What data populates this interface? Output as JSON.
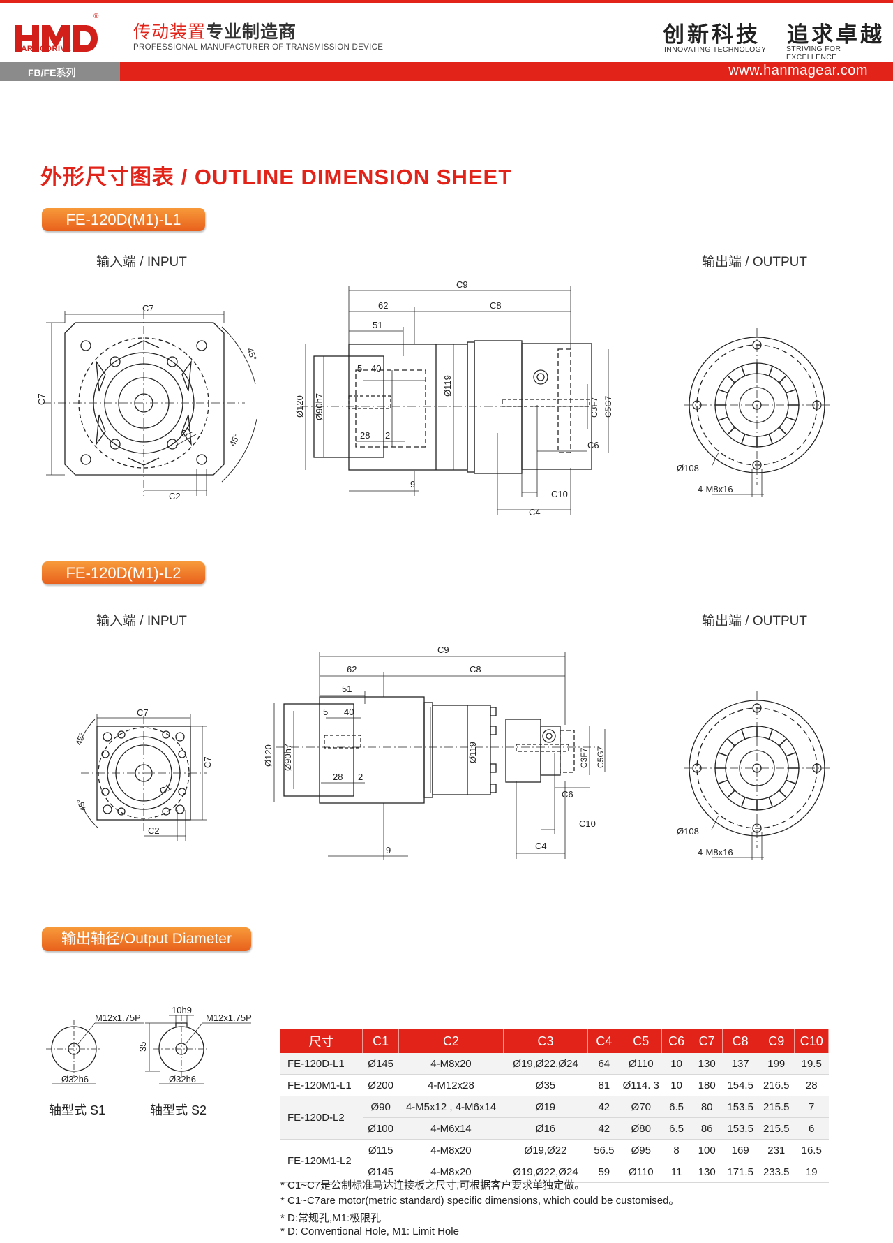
{
  "header": {
    "logo_text": "HMD",
    "logo_brand": "HARMODRIVE",
    "logo_mark": "®",
    "tagline_cn_red": "传动装置",
    "tagline_cn_dark": "专业制造商",
    "tagline_en": "PROFESSIONAL MANUFACTURER OF TRANSMISSION DEVICE",
    "slogan1_cn": "创新科技",
    "slogan1_en": "INNOVATING TECHNOLOGY",
    "slogan2_cn": "追求卓越",
    "slogan2_en": "STRIVING FOR EXCELLENCE",
    "series": "FB/FE系列",
    "website": "www.hanmagear.com"
  },
  "sheet_title": "外形尺寸图表 / OUTLINE DIMENSION SHEET",
  "sections": {
    "l1_badge": "FE-120D(M1)-L1",
    "l2_badge": "FE-120D(M1)-L2",
    "output_badge": "输出轴径/Output Diameter",
    "input_label": "输入端 / INPUT",
    "output_label": "输出端 / OUTPUT"
  },
  "drawing_labels": {
    "c1": "C1",
    "c2": "C2",
    "c3": "C3F7",
    "c4": "C4",
    "c5": "C5G7",
    "c6": "C6",
    "c7": "C7",
    "c8": "C8",
    "c9": "C9",
    "c10": "C10",
    "d62": "62",
    "d51": "51",
    "d40": "40",
    "d5": "5",
    "d28": "28",
    "d2": "2",
    "d9": "9",
    "dia120": "Ø120",
    "dia90": "Ø90h7",
    "dia119": "Ø119",
    "dia108": "Ø108",
    "angle45": "45°",
    "thread": "4-M8x16",
    "s1_thread": "M12x1.75P",
    "s2_thread": "M12x1.75P",
    "s2_key": "10h9",
    "s2_len": "35",
    "shaft_dia": "Ø32h6",
    "s1_name": "轴型式 S1",
    "s2_name": "轴型式 S2"
  },
  "table": {
    "headers": [
      "尺寸",
      "C1",
      "C2",
      "C3",
      "C4",
      "C5",
      "C6",
      "C7",
      "C8",
      "C9",
      "C10"
    ],
    "rows": [
      {
        "model": "FE-120D-L1",
        "c1": "Ø145",
        "c2": "4-M8x20",
        "c3": "Ø19,Ø22,Ø24",
        "c4": "64",
        "c5": "Ø110",
        "c6": "10",
        "c7": "130",
        "c8": "137",
        "c9": "199",
        "c10": "19.5"
      },
      {
        "model": "FE-120M1-L1",
        "c1": "Ø200",
        "c2": "4-M12x28",
        "c3": "Ø35",
        "c4": "81",
        "c5": "Ø114. 3",
        "c6": "10",
        "c7": "180",
        "c8": "154.5",
        "c9": "216.5",
        "c10": "28"
      },
      {
        "model": "FE-120D-L2",
        "c1": "Ø90",
        "c2": "4-M5x12 , 4-M6x14",
        "c3": "Ø19",
        "c4": "42",
        "c5": "Ø70",
        "c6": "6.5",
        "c7": "80",
        "c8": "153.5",
        "c9": "215.5",
        "c10": "7"
      },
      {
        "model": "",
        "c1": "Ø100",
        "c2": "4-M6x14",
        "c3": "Ø16",
        "c4": "42",
        "c5": "Ø80",
        "c6": "6.5",
        "c7": "86",
        "c8": "153.5",
        "c9": "215.5",
        "c10": "6"
      },
      {
        "model": "FE-120M1-L2",
        "c1": "Ø115",
        "c2": "4-M8x20",
        "c3": "Ø19,Ø22",
        "c4": "56.5",
        "c5": "Ø95",
        "c6": "8",
        "c7": "100",
        "c8": "169",
        "c9": "231",
        "c10": "16.5"
      },
      {
        "model": "",
        "c1": "Ø145",
        "c2": "4-M8x20",
        "c3": "Ø19,Ø22,Ø24",
        "c4": "59",
        "c5": "Ø110",
        "c6": "11",
        "c7": "130",
        "c8": "171.5",
        "c9": "233.5",
        "c10": "19"
      }
    ]
  },
  "notes": [
    "* C1~C7是公制标准马达连接板之尺寸,可根据客户要求单独定做。",
    "* C1~C7are motor(metric standard)  specific dimensions, which could be customised。",
    "* D:常规孔,M1:极限孔",
    "* D: Conventional Hole, M1: Limit Hole"
  ],
  "colors": {
    "brand_red": "#e2231a",
    "badge_orange": "#f0782a",
    "grey_band": "#8b8b8b"
  }
}
